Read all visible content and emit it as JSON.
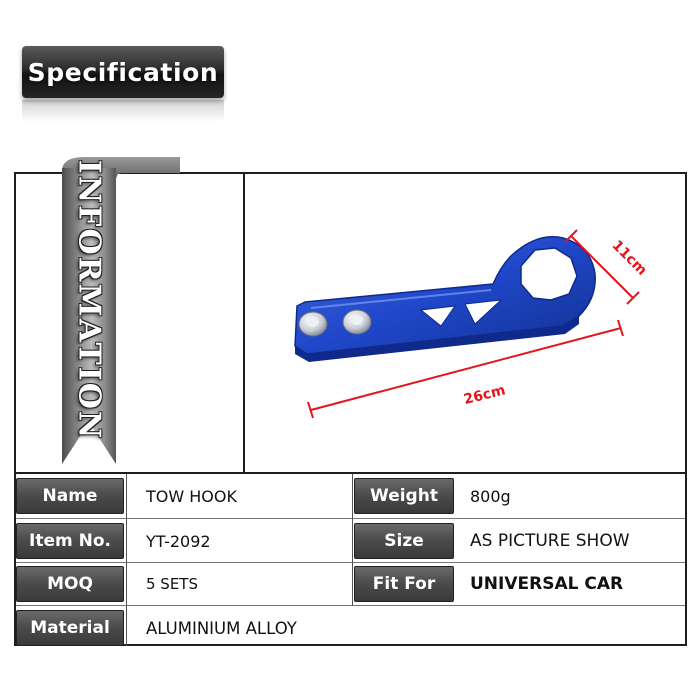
{
  "header": {
    "title": "Specification"
  },
  "ribbon": {
    "text": "INFORMATION"
  },
  "product": {
    "dim_height": "11cm",
    "dim_length": "26cm",
    "colors": {
      "metal": "#1f47c9",
      "metal_dark": "#0f2a8a",
      "dim_line": "#e4151a",
      "bolt": "#d9dde6"
    },
    "icons": [
      "tow-hook-illustration",
      "dimension-arrow"
    ]
  },
  "specs": [
    {
      "left_label": "Name",
      "left_value": "TOW HOOK",
      "right_label": "Weight",
      "right_value": "800g"
    },
    {
      "left_label": "Item No.",
      "left_value": "YT-2092",
      "right_label": "Size",
      "right_value": "AS PICTURE SHOW"
    },
    {
      "left_label": "MOQ",
      "left_value": "5 SETS",
      "right_label": "Fit For",
      "right_value": "UNIVERSAL CAR"
    },
    {
      "left_label": "Material",
      "left_value": "ALUMINIUM ALLOY"
    }
  ]
}
